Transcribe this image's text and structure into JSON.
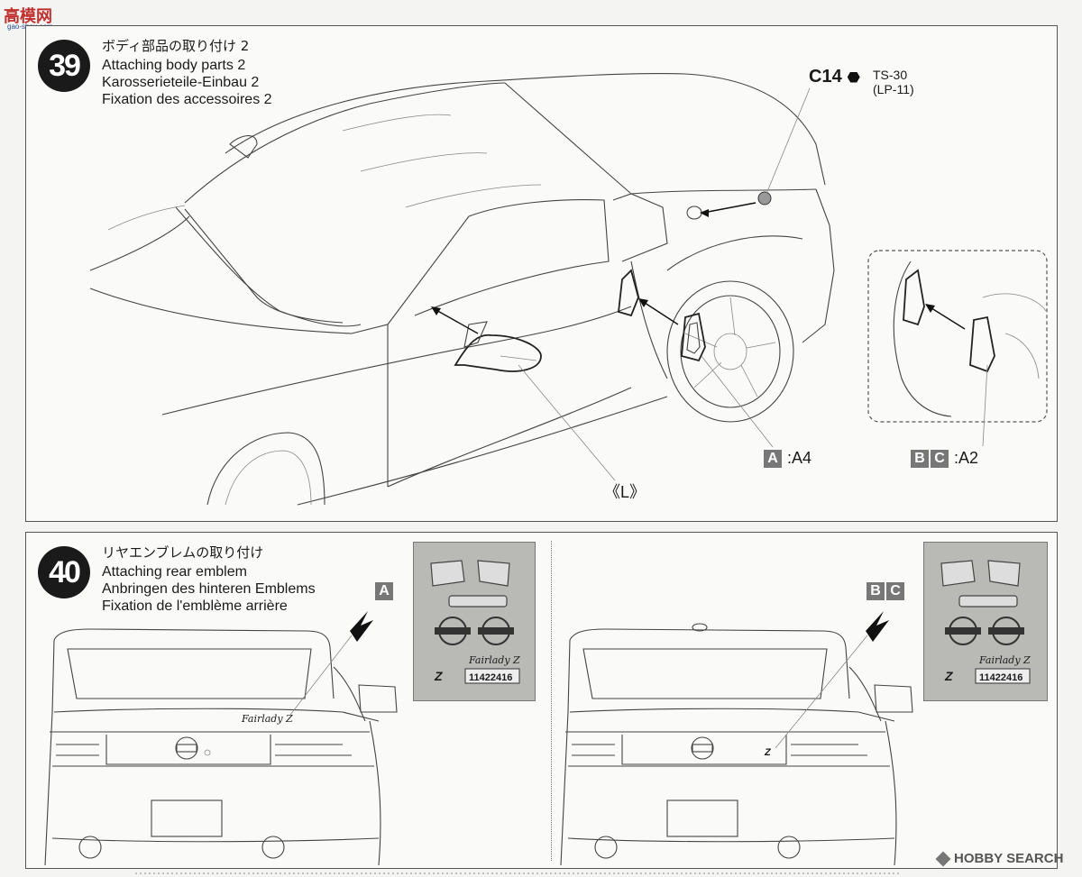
{
  "watermark": {
    "logo_text": "高模网",
    "url": "gao-shou.com"
  },
  "step39": {
    "number": "39",
    "title_jp": "ボディ部品の取り付け 2",
    "title_en": "Attaching body parts 2",
    "title_de": "Karosserieteile-Einbau 2",
    "title_fr": "Fixation des accessoires 2",
    "part_c14": "C14",
    "paint_code": "TS-30",
    "paint_code_alt": "(LP-11)",
    "label_a": "A",
    "label_a_part": ":A4",
    "label_b": "B",
    "label_c": "C",
    "label_bc_part": ":A2",
    "mirror_label": "《L》"
  },
  "step40": {
    "number": "40",
    "title_jp": "リヤエンブレムの取り付け",
    "title_en": "Attaching rear emblem",
    "title_de": "Anbringen des hinteren Emblems",
    "title_fr": "Fixation de l'emblème arrière",
    "label_a": "A",
    "label_b": "B",
    "label_c": "C",
    "decal_number": "11422416",
    "decal_script": "Fairlady Z",
    "decal_z": "Z",
    "rear_script": "Fairlady Z",
    "rear_z": "Z"
  },
  "footer": {
    "brand": "HOBBY SEARCH"
  },
  "colors": {
    "step_circle": "#1a1a1a",
    "label_tag": "#777777",
    "decal_sheet": "#b9b9b6"
  }
}
